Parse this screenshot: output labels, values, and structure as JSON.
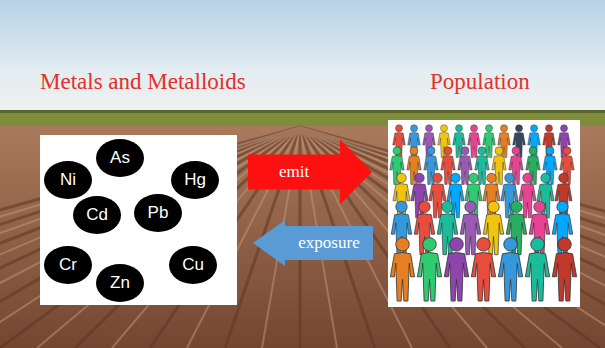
{
  "diagram": {
    "nodes": [
      {
        "text": [
          "Metals and Metalloids"
        ]
      },
      {
        "text": [
          "As"
        ],
        "in": 0
      },
      {
        "text": [
          "Ni"
        ],
        "in": 0
      },
      {
        "text": [
          "Hg"
        ],
        "in": 0
      },
      {
        "text": [
          "Cd"
        ],
        "in": 0
      },
      {
        "text": [
          "Pb"
        ],
        "in": 0
      },
      {
        "text": [
          "Cr"
        ],
        "in": 0
      },
      {
        "text": [
          "Cu"
        ],
        "in": 0
      },
      {
        "text": [
          "Zn"
        ],
        "in": 0
      },
      {
        "text": [
          "Population"
        ]
      }
    ],
    "edges": [
      {
        "from": 0,
        "to": 9,
        "label": "emit",
        "arrow": "to"
      },
      {
        "from": 9,
        "to": 0,
        "label": "exposure",
        "arrow": "to"
      }
    ]
  }
}
